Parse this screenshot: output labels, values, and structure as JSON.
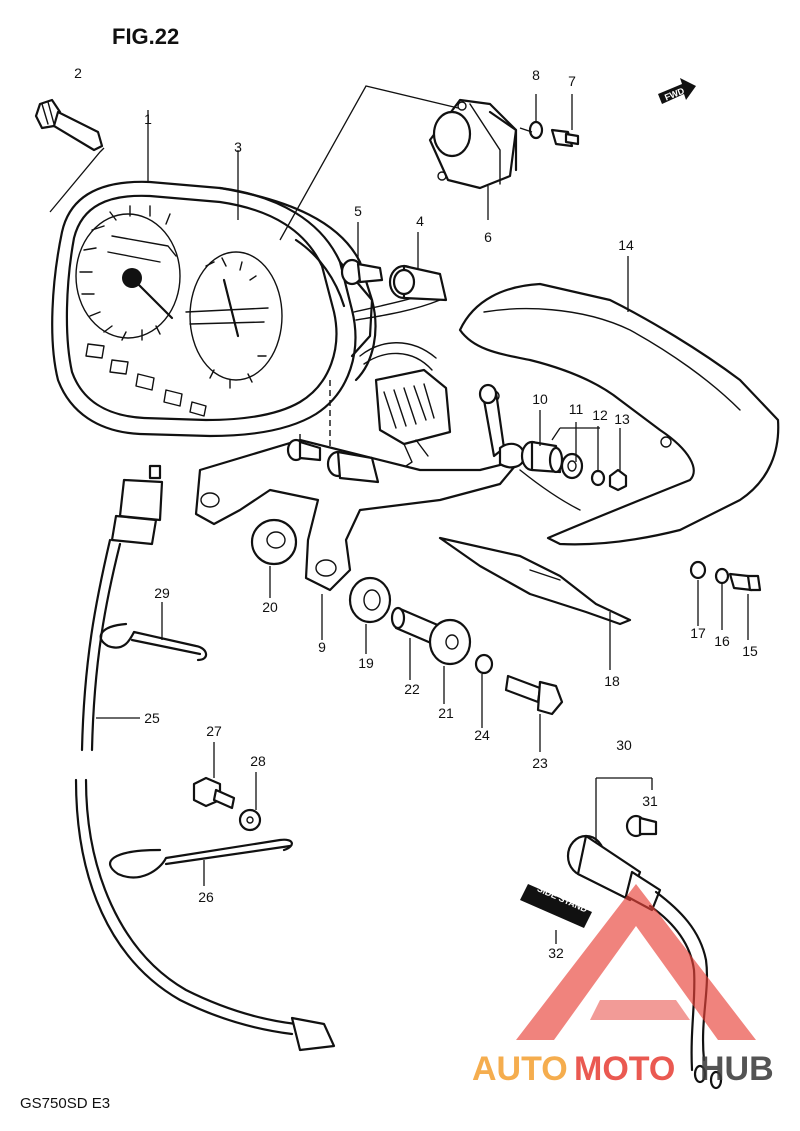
{
  "figure_label": "FIG.22",
  "model_code": "GS750SD E3",
  "fwd_label": "FWD",
  "side_stand_label": "SIDE STAND",
  "watermark": {
    "part1": "AUTO",
    "part2": "MOTO",
    "part3": "HUB",
    "color_orange": "#f4a236",
    "color_red": "#e8433a",
    "color_dark": "#3d3d3d"
  },
  "callouts": [
    "1",
    "2",
    "3",
    "4",
    "5",
    "6",
    "7",
    "8",
    "9",
    "10",
    "11",
    "12",
    "13",
    "14",
    "15",
    "16",
    "17",
    "18",
    "19",
    "20",
    "21",
    "22",
    "23",
    "24",
    "25",
    "26",
    "27",
    "28",
    "29",
    "30",
    "31",
    "32"
  ]
}
